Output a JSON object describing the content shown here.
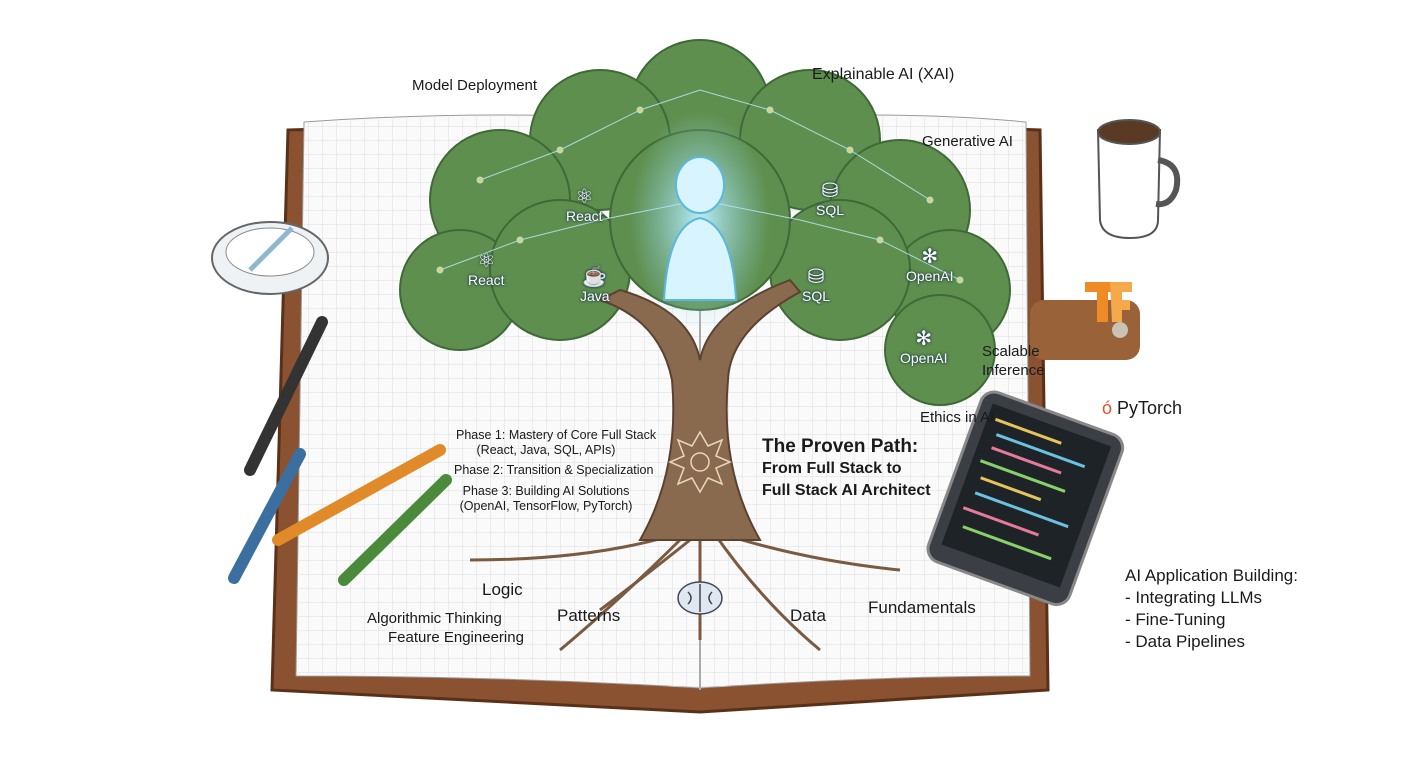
{
  "canopy_labels": {
    "model_deployment": "Model Deployment",
    "explainable_ai": "Explainable AI (XAI)",
    "generative_ai": "Generative AI",
    "scalable_inference": [
      "Scalable",
      "Inference"
    ],
    "ethics_ai": "Ethics in AI"
  },
  "leaf_icons": [
    {
      "label": "React",
      "icon": "react-icon"
    },
    {
      "label": "React",
      "icon": "react-icon"
    },
    {
      "label": "Java",
      "icon": "java-icon"
    },
    {
      "label": "SQL",
      "icon": "database-icon"
    },
    {
      "label": "SQL",
      "icon": "database-icon"
    },
    {
      "label": "OpenAI",
      "icon": "openai-icon"
    },
    {
      "label": "OpenAI",
      "icon": "openai-icon"
    }
  ],
  "phases": [
    {
      "title": "Phase 1: Mastery of Core Full Stack",
      "detail": "(React, Java, SQL, APIs)"
    },
    {
      "title": "Phase 2: Transition & Specialization"
    },
    {
      "title": "Phase 3: Building AI Solutions",
      "detail": "(OpenAI, TensorFlow, PyTorch)"
    }
  ],
  "title": {
    "main": "The Proven Path:",
    "line2": "From Full Stack to",
    "line3": "Full Stack AI Architect"
  },
  "roots": {
    "logic": "Logic",
    "algorithmic": "Algorithmic Thinking",
    "feature": "Feature Engineering",
    "patterns": "Patterns",
    "data": "Data",
    "fundamentals": "Fundamentals"
  },
  "logos": {
    "pytorch": "PyTorch",
    "tensorflow": "TF"
  },
  "app_building": {
    "heading": "AI Application Building:",
    "items": [
      "- Integrating LLMs",
      "- Fine-Tuning",
      "- Data Pipelines"
    ]
  },
  "colors": {
    "cover": "#8a5230",
    "canopy": "#5f8f4e",
    "trunk": "#8a6a4f",
    "glow": "#8fd8f0"
  }
}
